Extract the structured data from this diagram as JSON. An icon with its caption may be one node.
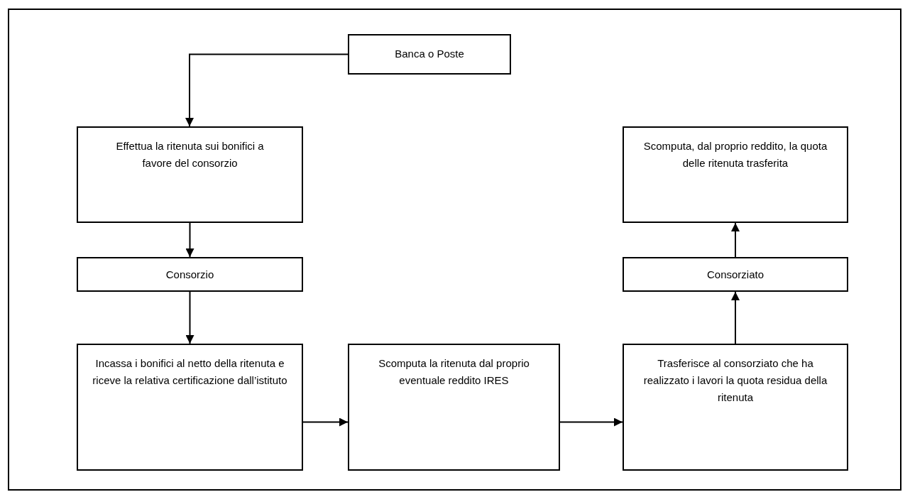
{
  "diagram": {
    "nodes": [
      {
        "text": [
          "Banca o Poste"
        ]
      },
      {
        "text": [
          "Effettua la ritenuta sui bonifici a favore del consorzio"
        ]
      },
      {
        "text": [
          "Consorzio"
        ]
      },
      {
        "text": [
          "Incassa i bonifici al netto della ritenuta e riceve la relativa certificazione dall’istituto"
        ]
      },
      {
        "text": [
          "Scomputa la ritenuta dal proprio eventuale reddito IRES"
        ]
      },
      {
        "text": [
          "Trasferisce al consorziato che ha realizzato i lavori la quota residua della ritenuta"
        ]
      },
      {
        "text": [
          "Consorziato"
        ]
      },
      {
        "text": [
          "Scomputa, dal proprio reddito, la quota delle ritenuta trasferita"
        ]
      }
    ],
    "edges": [
      {
        "from": 0,
        "to": 1,
        "arrow": "to"
      },
      {
        "from": 1,
        "to": 2,
        "arrow": "to"
      },
      {
        "from": 2,
        "to": 3,
        "arrow": "to"
      },
      {
        "from": 3,
        "to": 4,
        "arrow": "to"
      },
      {
        "from": 4,
        "to": 5,
        "arrow": "to"
      },
      {
        "from": 5,
        "to": 6,
        "arrow": "to"
      },
      {
        "from": 6,
        "to": 7,
        "arrow": "to"
      }
    ]
  }
}
